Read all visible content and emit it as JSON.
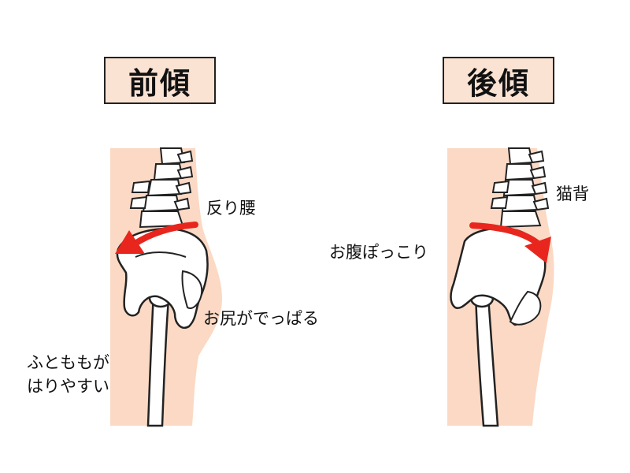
{
  "left_panel": {
    "title": "前傾",
    "labels": {
      "arched_back": "反り腰",
      "buttocks": "お尻がでっぱる",
      "thighs_line1": "ふとももが",
      "thighs_line2": "はりやすい"
    }
  },
  "right_panel": {
    "title": "後傾",
    "labels": {
      "hunched_back": "猫背",
      "belly": "お腹ぽっこり"
    }
  },
  "colors": {
    "skin": "#fbd9c4",
    "title_bg": "#fbe3d3",
    "arrow": "#e8261e",
    "bone_fill": "#ffffff",
    "outline": "#222222"
  },
  "icons": {
    "left_figure": "anterior-pelvic-tilt-illustration",
    "right_figure": "posterior-pelvic-tilt-illustration",
    "left_arrow": "counterclockwise-arrow-icon",
    "right_arrow": "clockwise-arrow-icon"
  }
}
